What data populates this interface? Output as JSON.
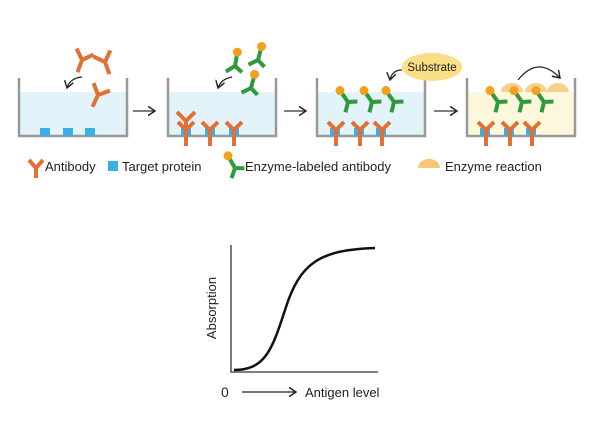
{
  "diagram": {
    "substrate_label": "Substrate",
    "legend": {
      "antibody": "Antibody",
      "target_protein": "Target protein",
      "enzyme_labeled_antibody": "Enzyme-labeled antibody",
      "enzyme_reaction": "Enzyme reaction"
    },
    "colors": {
      "antibody": "#e07035",
      "target_protein": "#3bb0e6",
      "enzyme_antibody": "#2f9a3c",
      "enzyme": "#f2a11e",
      "solution": "#e3f3fa",
      "reaction_solution": "#fdf7dc",
      "substrate_bubble": "#f9de86"
    }
  },
  "graph": {
    "ylabel": "Absorption",
    "xlabel": "Antigen level",
    "origin_label": "0"
  }
}
